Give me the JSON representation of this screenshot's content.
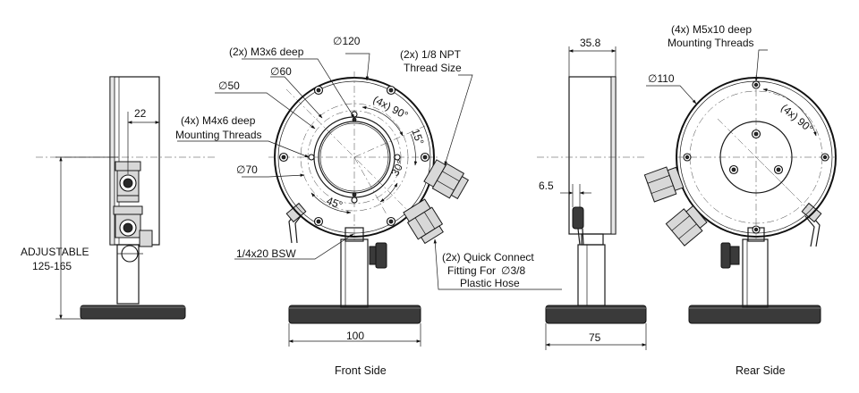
{
  "views": {
    "front": "Front Side",
    "rear": "Rear Side"
  },
  "side": {
    "dim_22": "22",
    "adjustable_1": "ADJUSTABLE",
    "adjustable_2": "125-165"
  },
  "front": {
    "dia_120": "120",
    "dia_60": "60",
    "dia_50": "50",
    "dia_70": "70",
    "m3": "(2x) M3x6 deep",
    "m4_1": "(4x) M4x6 deep",
    "m4_2": "Mounting Threads",
    "npt_1": "(2x) 1/8 NPT",
    "npt_2": "Thread Size",
    "ang_90": "(4x) 90°",
    "ang_15": "15°",
    "ang_30": "30°",
    "ang_45": "45°",
    "bsw": "1/4x20 BSW",
    "qc_1": "(2x) Quick Connect",
    "qc_2": "Fitting For",
    "qc_dia": "3/8",
    "qc_3": "Plastic Hose",
    "base_100": "100"
  },
  "right": {
    "dim_358": "35.8",
    "dim_65": "6.5",
    "base_75": "75"
  },
  "rear": {
    "m5_1": "(4x) M5x10 deep",
    "m5_2": "Mounting Threads",
    "dia_110": "110",
    "ang_90": "(4x) 90°"
  },
  "symbols": {
    "diameter": "∅"
  }
}
